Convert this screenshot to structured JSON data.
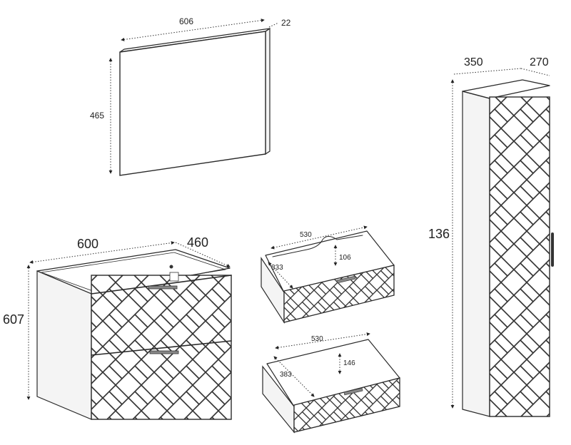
{
  "mirror": {
    "width": "606",
    "depth": "22",
    "height": "465"
  },
  "cabinet": {
    "width": "600",
    "depth": "460",
    "height": "607"
  },
  "drawer_top": {
    "width": "530",
    "depth": "333",
    "height": "106"
  },
  "drawer_bottom": {
    "width": "530",
    "depth": "383",
    "height": "146"
  },
  "tall_cabinet": {
    "width": "350",
    "depth": "270",
    "height": "136"
  }
}
